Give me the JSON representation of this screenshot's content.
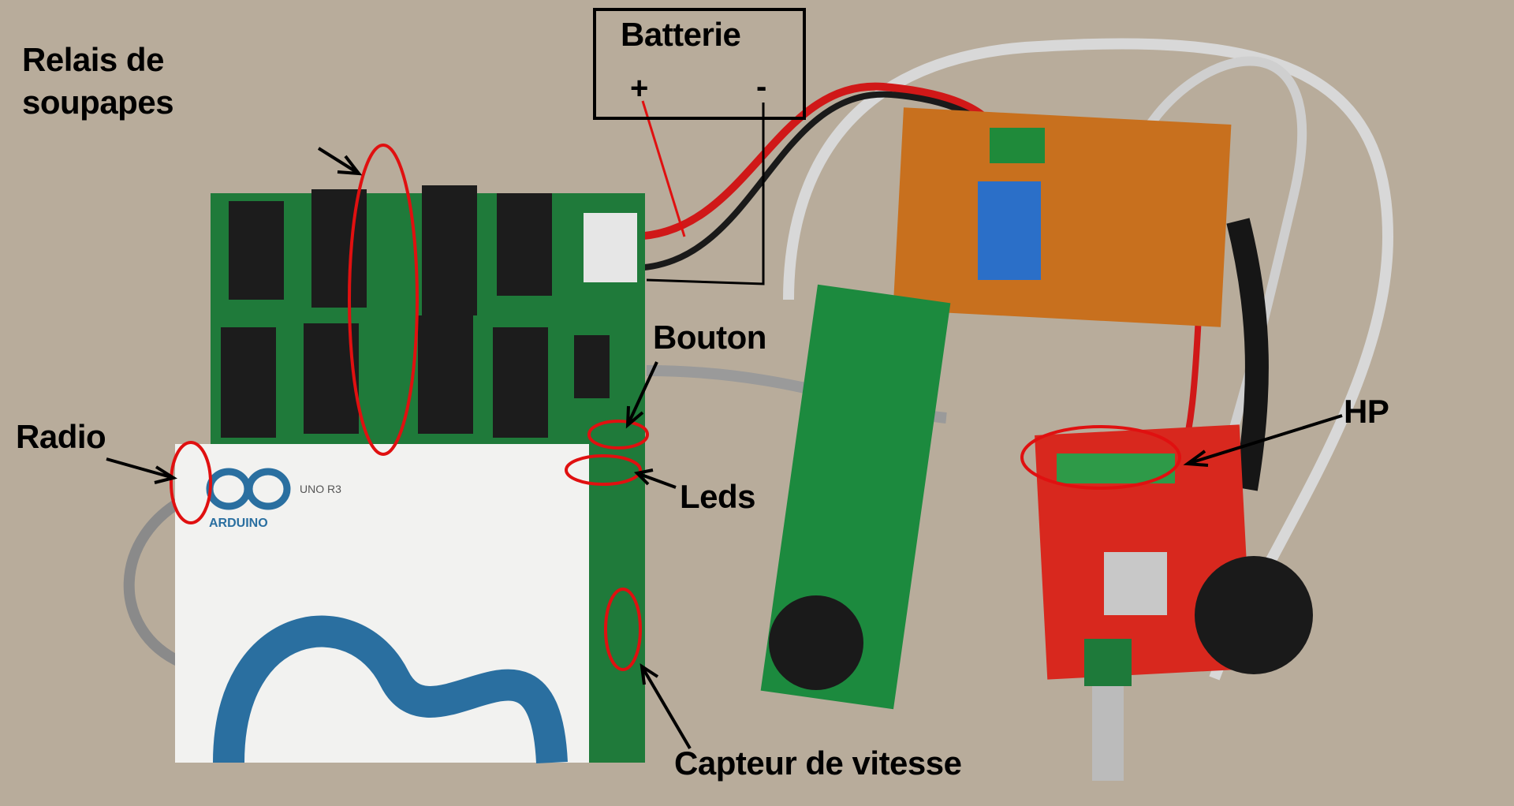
{
  "annotations": {
    "valve_relays": [
      "Relais de",
      "soupapes"
    ],
    "battery": "Batterie",
    "battery_plus": "+",
    "battery_minus": "-",
    "button": "Bouton",
    "radio": "Radio",
    "leds": "Leds",
    "speaker": "HP",
    "speed_sensor": "Capteur de vitesse"
  },
  "board_text": {
    "arduino_logo": "ARDUINO",
    "board_model": "UNO R3"
  },
  "colors": {
    "background": "#b8ac9b",
    "highlight": "#e01010",
    "pcb_green": "#1f7a3a",
    "arduino_white": "#f2f2f0",
    "relay_board": "#c8701e",
    "amp_board": "#d8281e"
  }
}
